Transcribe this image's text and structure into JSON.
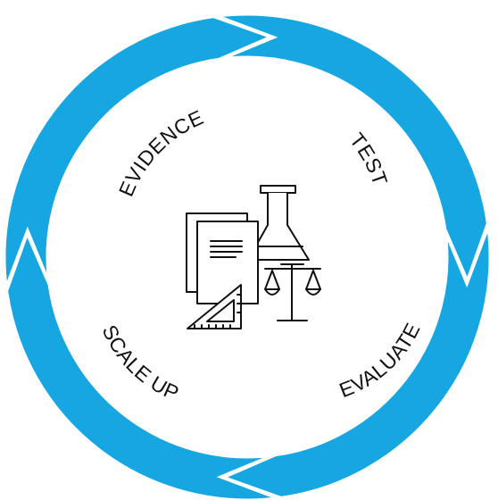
{
  "diagram": {
    "stages": [
      {
        "id": "evidence",
        "label": "EVIDENCE"
      },
      {
        "id": "test",
        "label": "TEST"
      },
      {
        "id": "evaluate",
        "label": "EVALUATE"
      },
      {
        "id": "scale-up",
        "label": "SCALE UP"
      }
    ],
    "colors": {
      "ring": "#16a6e2",
      "background": "#ffffff",
      "text": "#111111",
      "icon": "#111111"
    },
    "center_icons": [
      "documents-icon",
      "flask-icon",
      "balance-scale-icon",
      "set-square-icon"
    ]
  }
}
